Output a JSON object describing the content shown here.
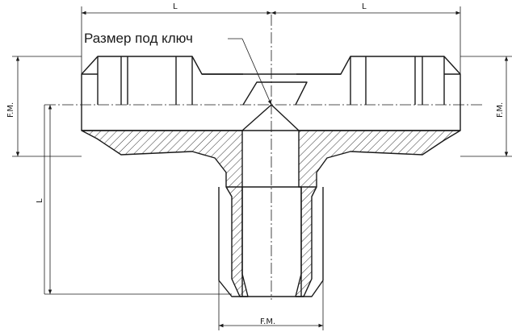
{
  "callout": {
    "text": "Размер под ключ"
  },
  "dimensions": {
    "top_left": "L",
    "top_right": "L",
    "left_vertical": "L",
    "left_thread": "F.M.",
    "right_thread": "F.M.",
    "bottom_thread": "F.M."
  }
}
